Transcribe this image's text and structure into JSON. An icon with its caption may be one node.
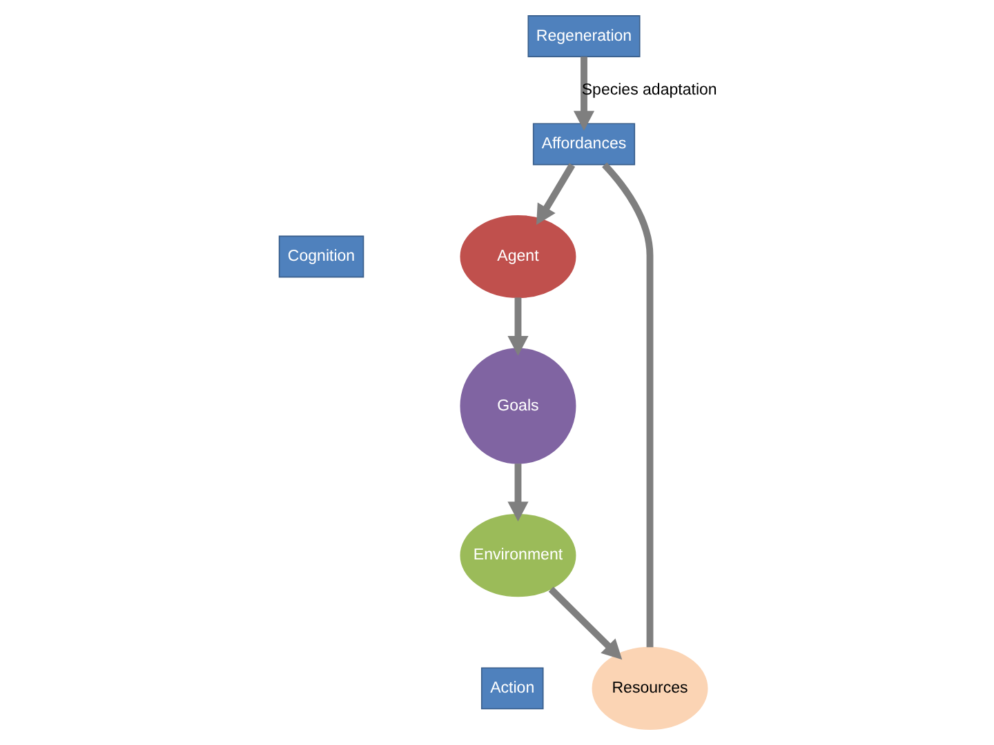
{
  "diagram": {
    "nodes": [
      {
        "text": [
          "Affordances"
        ]
      },
      {
        "text": [
          "Agent"
        ]
      },
      {
        "text": [
          "Cognition"
        ]
      },
      {
        "text": [
          "Goals"
        ]
      },
      {
        "text": [
          "Resources"
        ]
      },
      {
        "text": [
          "Action"
        ]
      },
      {
        "text": [
          "Regeneration"
        ]
      },
      {
        "text": [
          "Environment"
        ]
      }
    ],
    "edges": [
      {
        "from": 0,
        "to": 1,
        "arrow": "to"
      },
      {
        "from": 1,
        "to": 3,
        "arrow": "to"
      },
      {
        "from": 3,
        "to": 7,
        "arrow": "to"
      },
      {
        "from": 7,
        "to": 4,
        "arrow": "to"
      },
      {
        "from": 4,
        "to": 0,
        "arrow": "none"
      },
      {
        "from": 6,
        "to": 0,
        "arrow": "to",
        "label": "Species adaptation"
      }
    ]
  }
}
